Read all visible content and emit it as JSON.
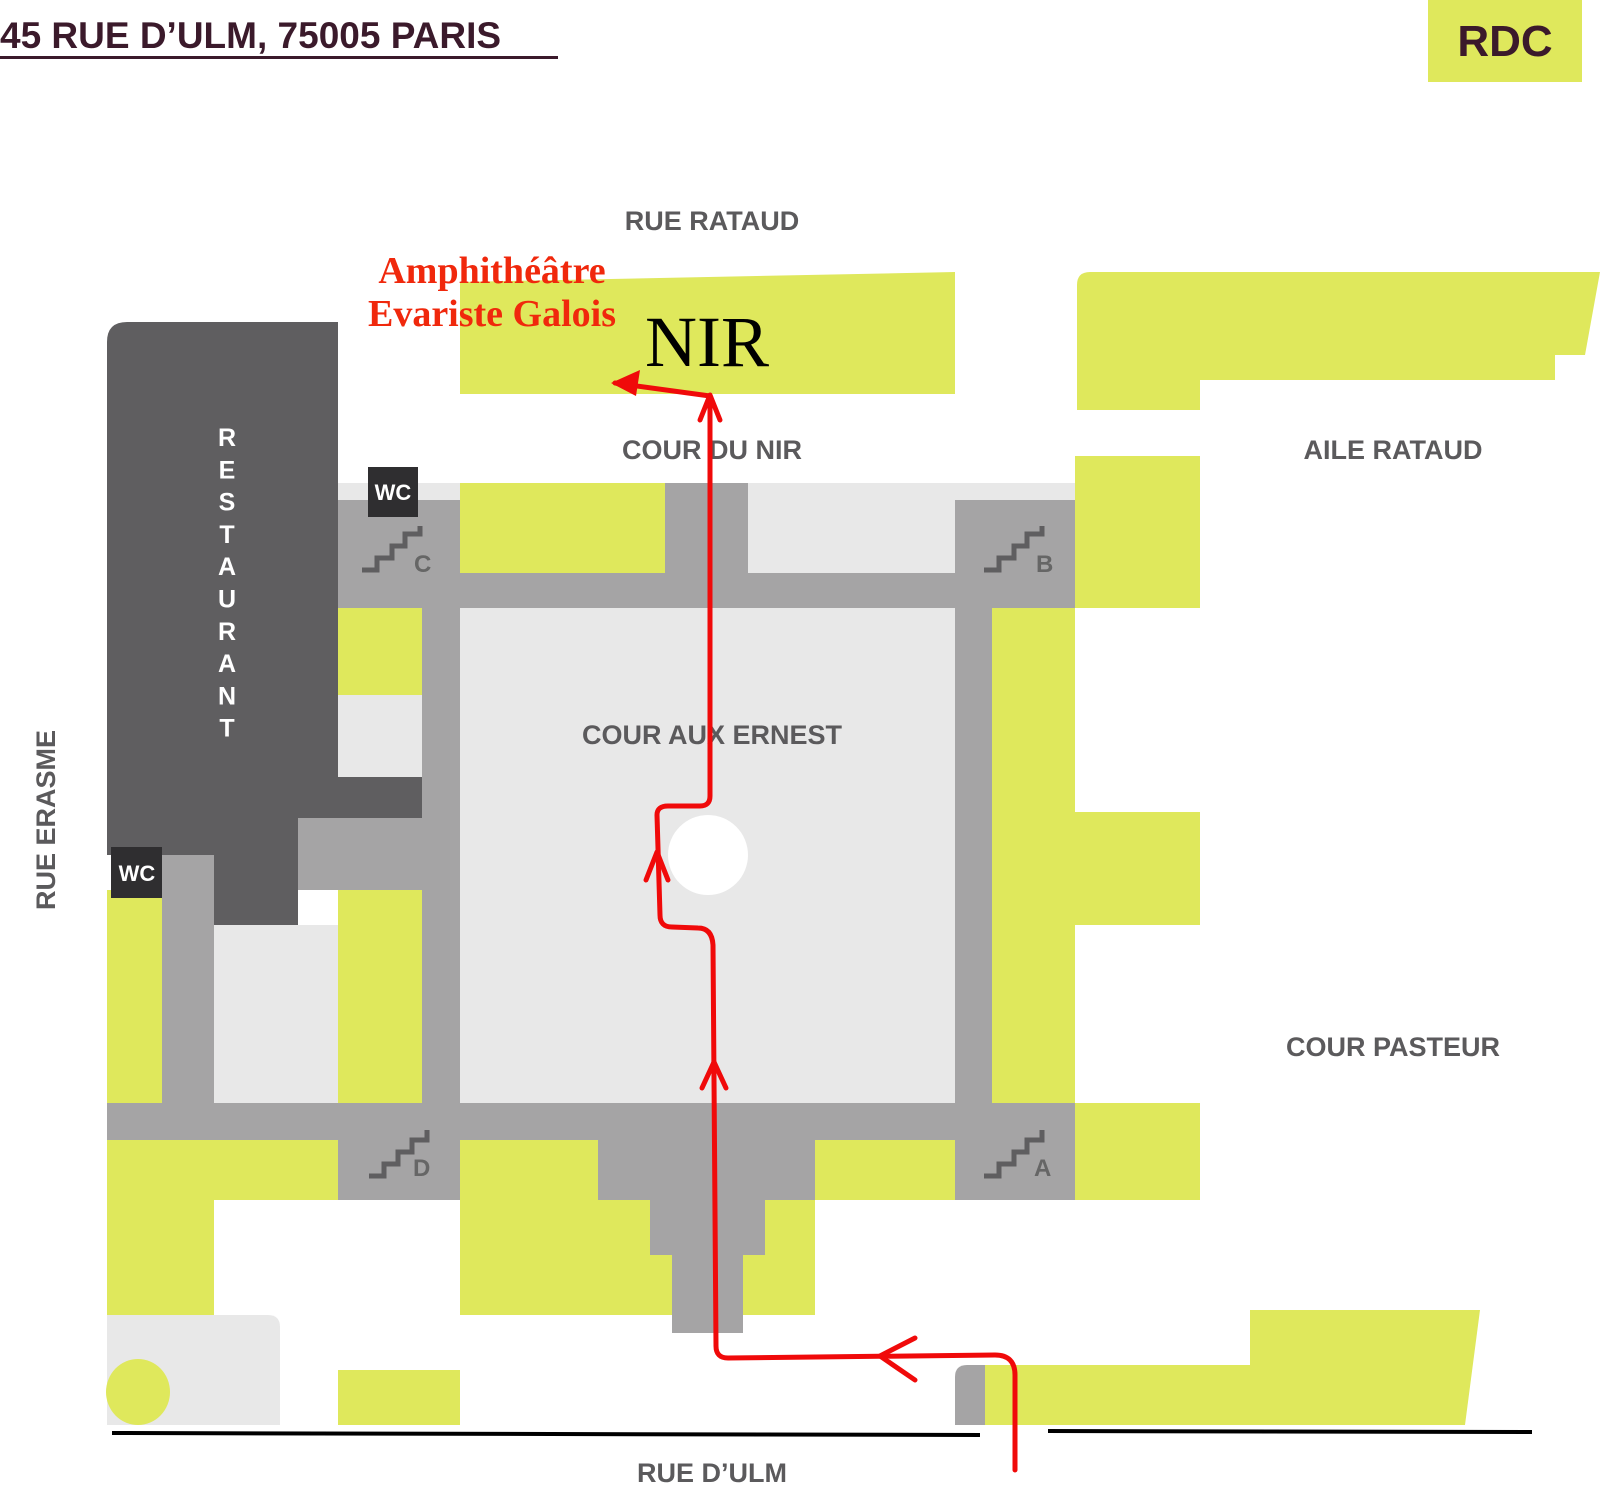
{
  "header": {
    "address": "45 RUE D’ULM, 75005 PARIS",
    "floor": "RDC"
  },
  "streets": {
    "north": "RUE RATAUD",
    "south": "RUE D’ULM",
    "west": "RUE ERASME"
  },
  "areas": {
    "cour_du_nir": "COUR DU NIR",
    "aile_rataud": "AILE RATAUD",
    "cour_aux_ernest": "COUR AUX ERNEST",
    "cour_pasteur": "COUR PASTEUR",
    "nir": "NIR",
    "restaurant_letters": [
      "R",
      "E",
      "S",
      "T",
      "A",
      "U",
      "R",
      "A",
      "N",
      "T"
    ]
  },
  "destination": {
    "line1": "Amphithéâtre",
    "line2": "Evariste Galois"
  },
  "stairs": {
    "a": "A",
    "b": "B",
    "c": "C",
    "d": "D"
  },
  "wc": {
    "label": "WC"
  },
  "colors": {
    "building": "#dfe85c",
    "corridor": "#a5a4a5",
    "court": "#e8e8e8",
    "restaurant": "#5f5e60",
    "route": "#f00a0a"
  }
}
